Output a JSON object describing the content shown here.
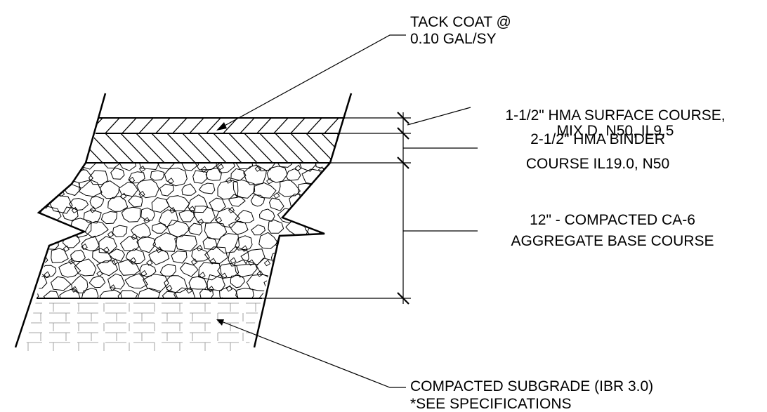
{
  "labels": {
    "tack_coat": [
      "TACK COAT @",
      "0.10 GAL/SY"
    ],
    "surface_course": [
      "1-1/2\" HMA SURFACE COURSE,",
      "MIX D, N50, IL9.5"
    ],
    "binder_course": [
      "2-1/2\" HMA BINDER",
      "COURSE IL19.0, N50"
    ],
    "aggregate_base": [
      "12\" - COMPACTED CA-6",
      "AGGREGATE BASE COURSE"
    ],
    "subgrade": [
      "COMPACTED SUBGRADE (IBR 3.0)",
      "*SEE SPECIFICATIONS"
    ]
  },
  "colors": {
    "ink": "#000000",
    "soil": "#8a8a8a",
    "paper": "#ffffff"
  }
}
